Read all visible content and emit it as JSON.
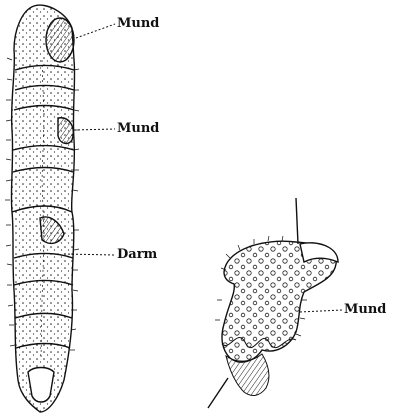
{
  "labels": {
    "mund_top": "Mund",
    "mund_mid": "Mund",
    "darm": "Darm",
    "mund_right": "Mund"
  },
  "colors": {
    "ink": "#111111",
    "paper": "#ffffff"
  }
}
